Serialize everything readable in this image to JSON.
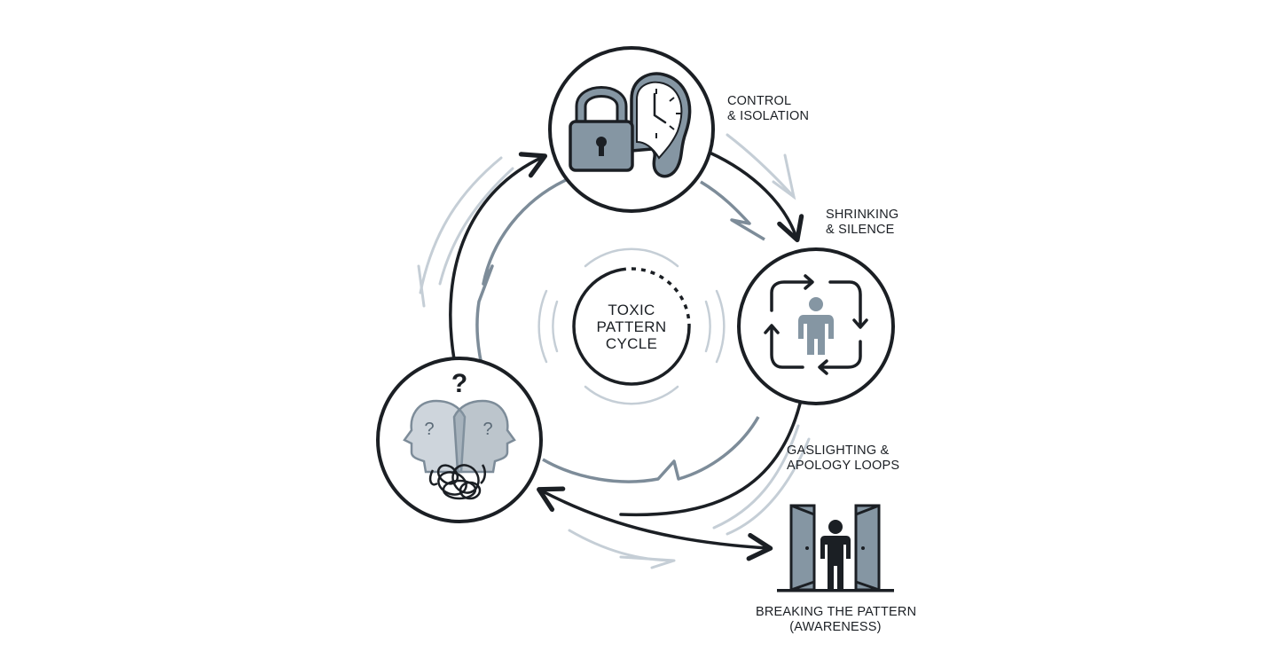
{
  "center": {
    "line1": "TOXIC",
    "line2": "PATTERN",
    "line3": "CYCLE"
  },
  "stages": [
    {
      "line1": "CONTROL",
      "line2": "& ISOLATION"
    },
    {
      "line1": "SHRINKING",
      "line2": "& SILENCE"
    },
    {
      "line1": "GASLIGHTING &",
      "line2": "APOLOGY LOOPS"
    },
    {
      "line1": "BREAKING THE PATTERN",
      "line2": "(AWARENESS)"
    }
  ],
  "confusion_mark": "?",
  "colors": {
    "ink": "#1b1f24",
    "slate": "#7d8c99",
    "light": "#c5ced6",
    "fill": "#8596a3"
  }
}
